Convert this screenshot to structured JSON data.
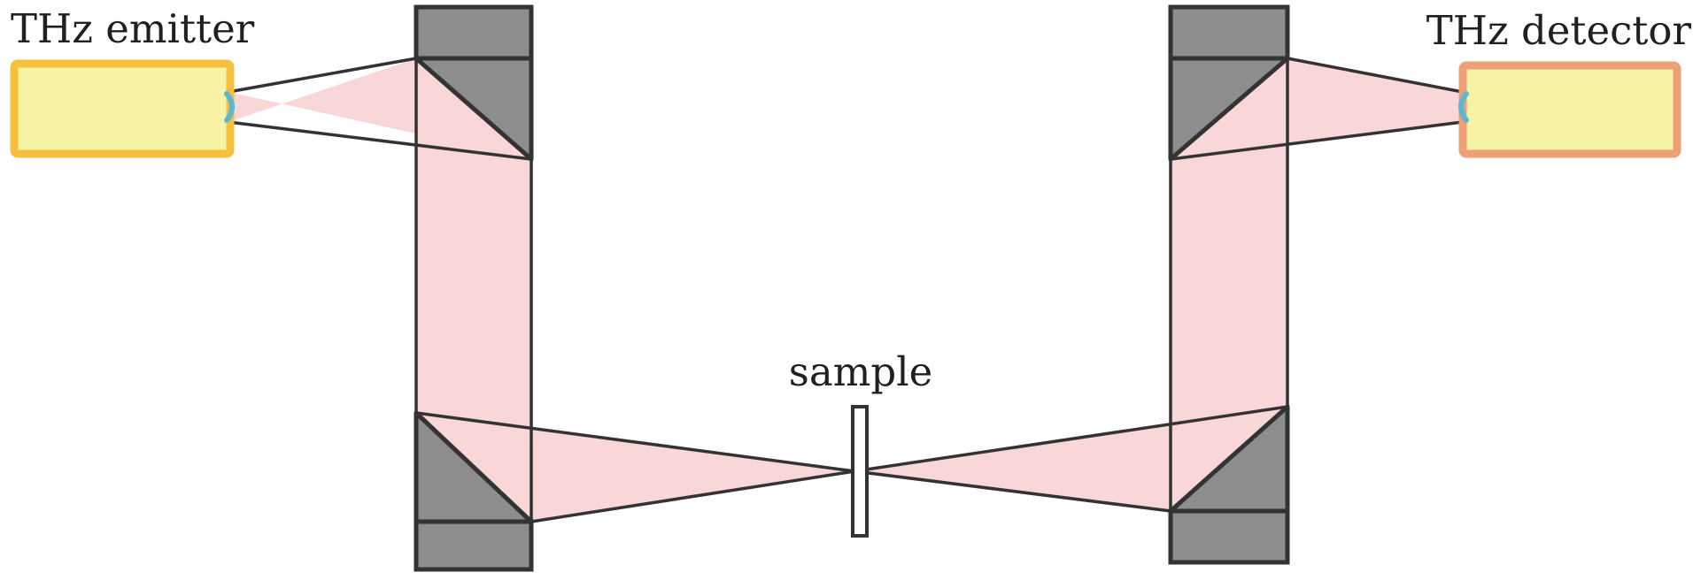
{
  "labels": {
    "emitter": "THz emitter",
    "detector": "THz detector",
    "sample": "sample"
  },
  "colors": {
    "beam": "#f9d6d8",
    "mirror_fill": "#8c8d8c",
    "outline": "#333333",
    "emitter_body": "#f7f3a5",
    "emitter_border": "#f6c03f",
    "detector_body": "#f7f3a5",
    "detector_border": "#ee9f75",
    "antenna": "#5bb8d0"
  }
}
